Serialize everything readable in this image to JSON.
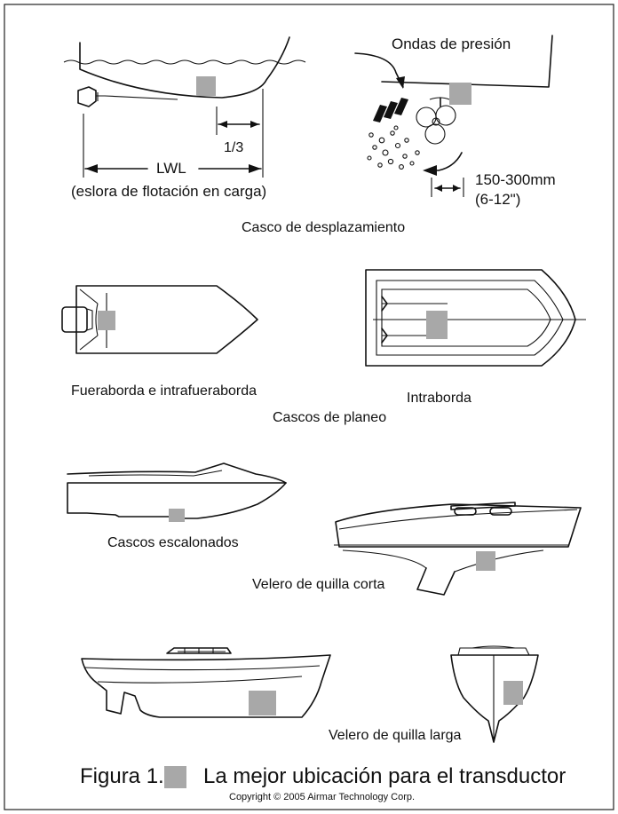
{
  "labels": {
    "ondas": "Ondas de presión",
    "one_third": "1/3",
    "lwl": "LWL",
    "lwl_desc": "(eslora de flotación en carga)",
    "dist_mm": "150-300mm",
    "dist_in": "(6-12\")",
    "displacement": "Casco de desplazamiento",
    "outboard": "Fueraborda e intrafueraborda",
    "inboard": "Intraborda",
    "planing": "Cascos de planeo",
    "stepped": "Cascos escalonados",
    "fin_keel": "Velero de quilla corta",
    "full_keel": "Velero de quilla larga"
  },
  "caption": {
    "prefix": "Figura 1.",
    "text": "La mejor ubicación para el transductor",
    "copyright": "Copyright © 2005  Airmar Technology Corp."
  },
  "colors": {
    "marker": "#a8a8a8",
    "line": "#111111",
    "border": "#222222"
  }
}
